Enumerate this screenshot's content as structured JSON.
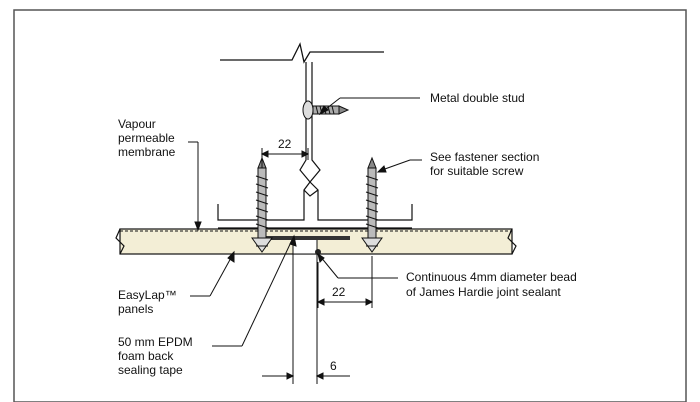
{
  "labels": {
    "metal_stud": "Metal double stud",
    "vapour_1": "Vapour",
    "vapour_2": "permeable",
    "vapour_3": "membrane",
    "fastener_1": "See fastener section",
    "fastener_2": "for suitable screw",
    "sealant_1": "Continuous 4mm diameter bead",
    "sealant_2": "of James Hardie joint sealant",
    "easylap_1": "EasyLap™",
    "easylap_2": "panels",
    "tape_1": "50 mm EPDM",
    "tape_2": "foam back",
    "tape_3": "sealing tape"
  },
  "dimensions": {
    "stud_spacing": "22",
    "screw_spacing": "22",
    "gap": "6"
  },
  "colors": {
    "panel_fill": "#f3eed6",
    "line": "#111111",
    "frame": "#555555"
  }
}
